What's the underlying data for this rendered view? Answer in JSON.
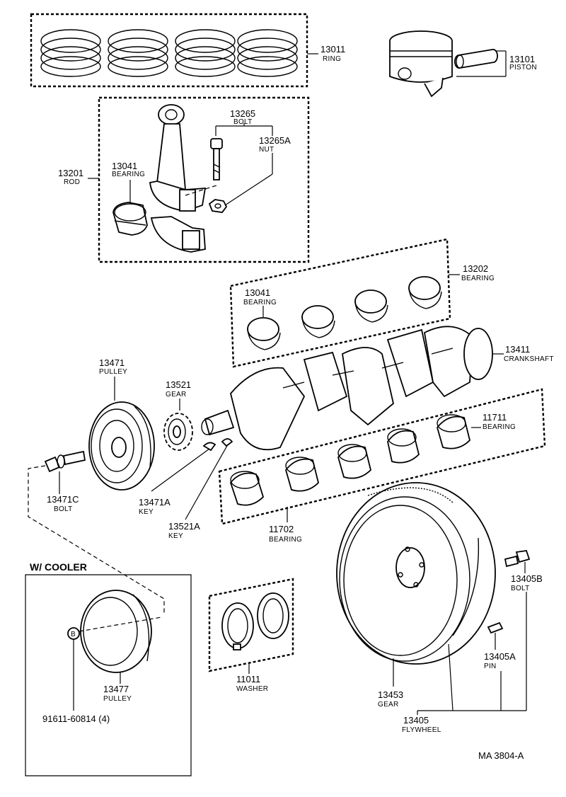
{
  "header": "W/ COOLER",
  "footer_code": "MA  3804-A",
  "callouts": {
    "ring": {
      "number": "13011",
      "name": "RING"
    },
    "piston": {
      "number": "13101",
      "name": "PISTON"
    },
    "bolt_rod": {
      "number": "13265",
      "name": "BOLT"
    },
    "nut": {
      "number": "13265A",
      "name": "NUT"
    },
    "bearing_rod": {
      "number": "13041",
      "name": "BEARING"
    },
    "rod": {
      "number": "13201",
      "name": "ROD"
    },
    "bearing_set": {
      "number": "13202",
      "name": "BEARING"
    },
    "bearing_upper": {
      "number": "13041",
      "name": "BEARING"
    },
    "crankshaft": {
      "number": "13411",
      "name": "CRANKSHAFT"
    },
    "pulley": {
      "number": "13471",
      "name": "PULLEY"
    },
    "gear_crank": {
      "number": "13521",
      "name": "GEAR"
    },
    "bearing_main_upper": {
      "number": "11711",
      "name": "BEARING"
    },
    "bolt_pulley": {
      "number": "13471C",
      "name": "BOLT"
    },
    "key_pulley": {
      "number": "13471A",
      "name": "KEY"
    },
    "key_gear": {
      "number": "13521A",
      "name": "KEY"
    },
    "bearing_main_lower": {
      "number": "11702",
      "name": "BEARING"
    },
    "bolt_flywheel": {
      "number": "13405B",
      "name": "BOLT"
    },
    "pin": {
      "number": "13405A",
      "name": "PIN"
    },
    "washer": {
      "number": "11011",
      "name": "WASHER"
    },
    "pulley_cooler": {
      "number": "13477",
      "name": "PULLEY"
    },
    "gear_ring": {
      "number": "13453",
      "name": "GEAR"
    },
    "flywheel": {
      "number": "13405",
      "name": "FLYWHEEL"
    },
    "bolt_b": {
      "number": "91611-60814 (4)",
      "marker": "B"
    }
  }
}
